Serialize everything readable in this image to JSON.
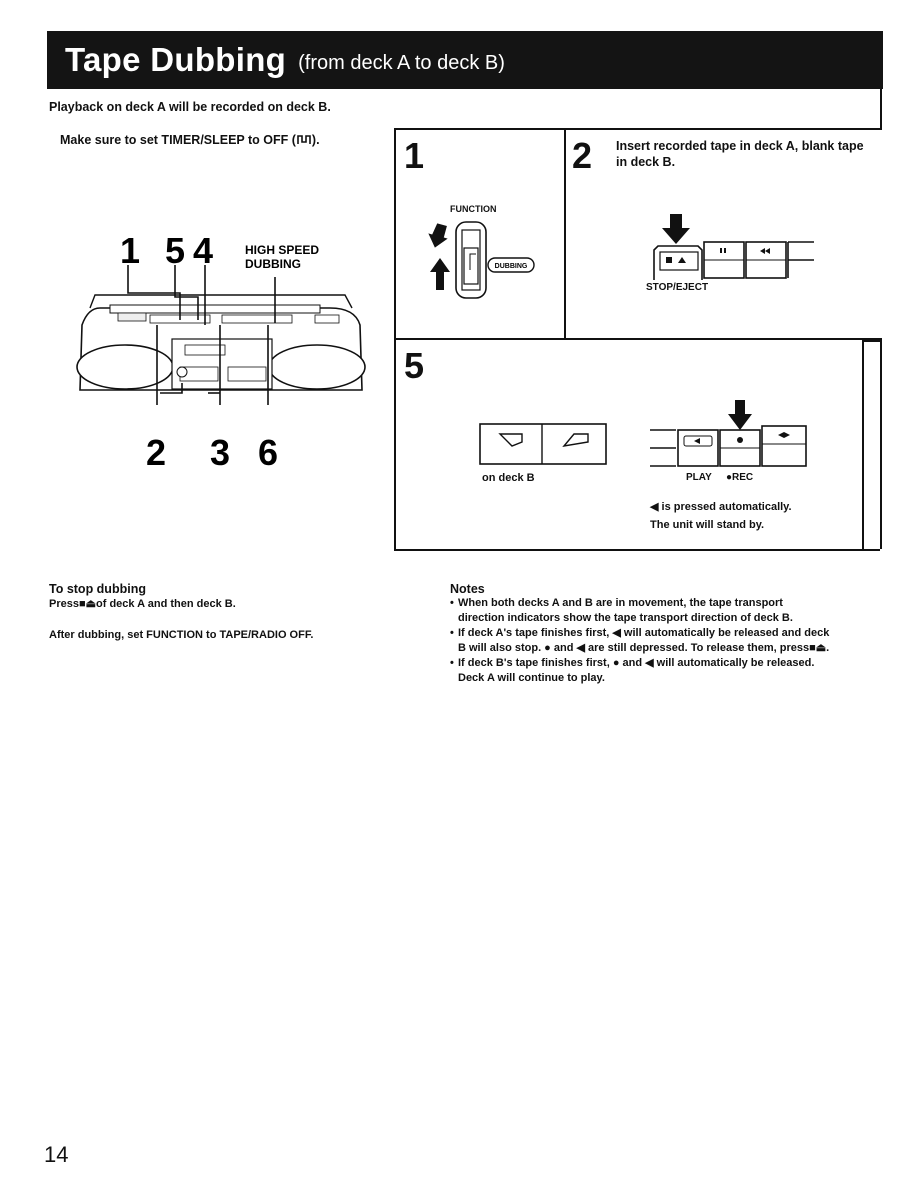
{
  "title": {
    "main": "Tape Dubbing",
    "sub": "(from deck A to deck B)"
  },
  "intro": "Playback on deck A will be recorded on deck B.",
  "timer_note": "Make sure to set TIMER/SLEEP to OFF (",
  "timer_note_end": ").",
  "callouts": {
    "top": [
      "1",
      "5",
      "4"
    ],
    "bottom": [
      "2",
      "3",
      "6"
    ],
    "high_speed": [
      "HIGH SPEED",
      "DUBBING"
    ]
  },
  "step1": {
    "num": "1",
    "function_label": "FUNCTION",
    "dubbing_label": "DUBBING"
  },
  "step2": {
    "num": "2",
    "text": "Insert recorded tape in deck A, blank tape in deck B.",
    "stop_eject": "STOP/EJECT"
  },
  "step5": {
    "num": "5",
    "on_deck_b": "on deck B",
    "play_label": "PLAY",
    "rec_label": "●REC",
    "auto_note": "◀ is pressed automatically.",
    "standby": "The unit will stand by."
  },
  "stop": {
    "heading": "To stop dubbing",
    "line1": "Press■⏏of deck A and then deck B.",
    "line2": "After dubbing, set FUNCTION to TAPE/RADIO OFF."
  },
  "notes": {
    "heading": "Notes",
    "items": [
      "When both decks A and B are in movement, the tape transport direction indicators show the tape transport direction of deck B.",
      "If deck A's tape finishes first, ◀ will automatically be released and deck B will also stop. ● and ◀ are still depressed. To release them, press■⏏.",
      "If deck B's tape finishes first, ● and ◀ will automatically be released. Deck A will continue to play."
    ]
  },
  "page_number": "14"
}
